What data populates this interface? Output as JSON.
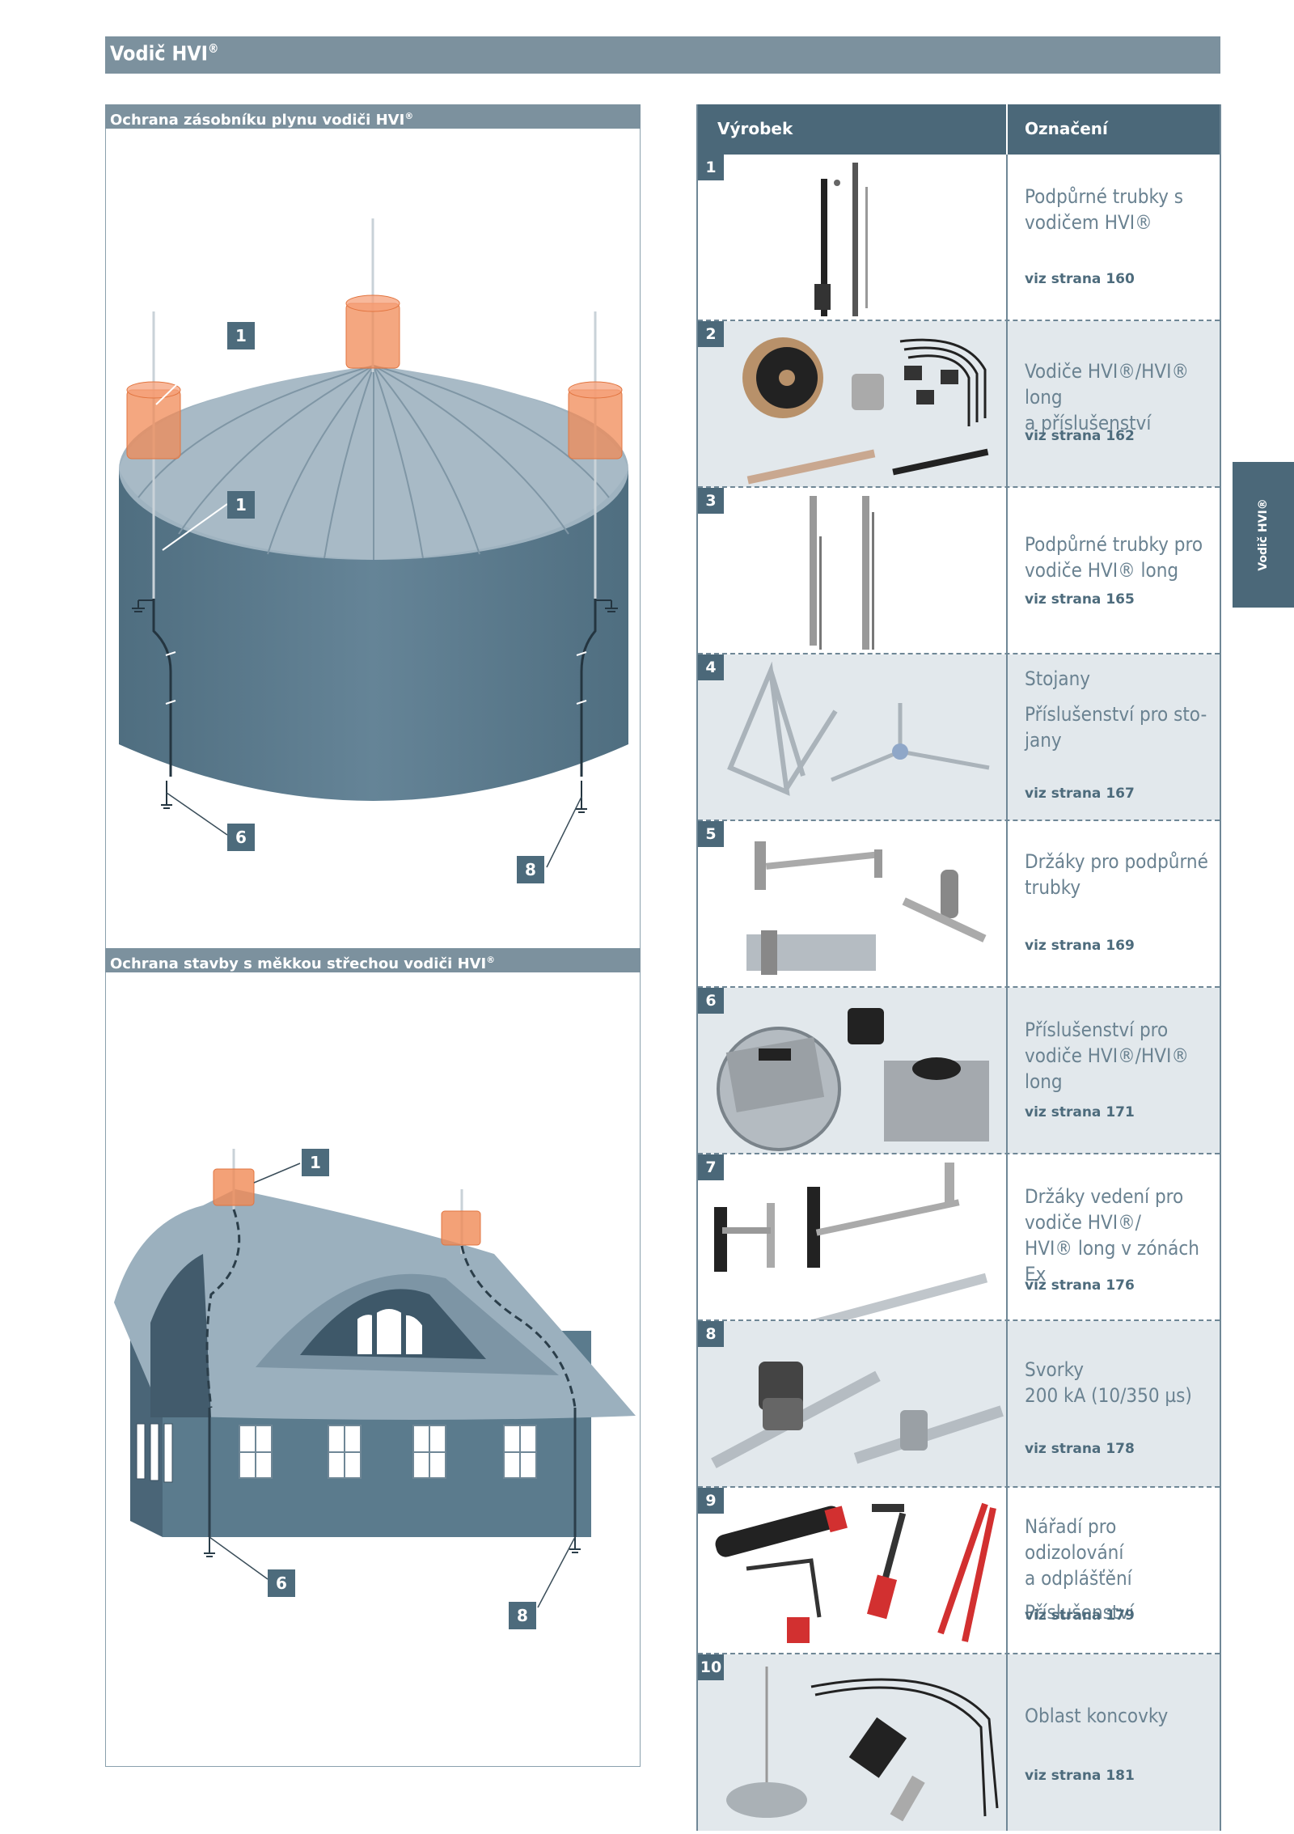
{
  "header": {
    "title": "Vodič HVI",
    "reg": "®"
  },
  "side_tab": "Vodič HVI®",
  "left": {
    "section1": {
      "title": "Ochrana zásobníku plynu vodiči HVI",
      "reg": "®",
      "tags": [
        "1",
        "1",
        "6",
        "8"
      ]
    },
    "section2": {
      "title": "Ochrana stavby s měkkou střechou vodiči HVI",
      "reg": "®",
      "tags": [
        "1",
        "6",
        "8"
      ]
    }
  },
  "table": {
    "col_product": "Výrobek",
    "col_name": "Označení",
    "rows": [
      {
        "num": "1",
        "lines": [
          "Podpůrné trubky s",
          "vodičem HVI®"
        ],
        "ref": "viz strana 160"
      },
      {
        "num": "2",
        "lines": [
          "Vodiče HVI®/HVI® long",
          "a příslušenství"
        ],
        "ref": "viz strana 162"
      },
      {
        "num": "3",
        "lines": [
          "Podpůrné trubky pro",
          "vodiče HVI® long"
        ],
        "ref": "viz strana 165"
      },
      {
        "num": "4",
        "lines": [
          "Stojany",
          "Příslušenství pro sto-",
          "jany"
        ],
        "ref": "viz strana 167"
      },
      {
        "num": "5",
        "lines": [
          "Držáky pro podpůrné",
          "trubky"
        ],
        "ref": "viz strana 169"
      },
      {
        "num": "6",
        "lines": [
          "Příslušenství pro",
          "vodiče HVI®/HVI® long"
        ],
        "ref": "viz strana 171"
      },
      {
        "num": "7",
        "lines": [
          "Držáky vedení pro",
          "vodiče HVI®/",
          "HVI® long v zónách Ex"
        ],
        "ref": "viz strana 176"
      },
      {
        "num": "8",
        "lines": [
          "Svorky",
          "200 kA (10/350 µs)"
        ],
        "ref": "viz strana 178"
      },
      {
        "num": "9",
        "lines": [
          "Nářadí pro odizolování",
          "a odplášťění",
          "Příslušenství"
        ],
        "ref": "viz strana 179"
      },
      {
        "num": "10",
        "lines": [
          "Oblast koncovky"
        ],
        "ref": "viz strana 181"
      }
    ]
  }
}
